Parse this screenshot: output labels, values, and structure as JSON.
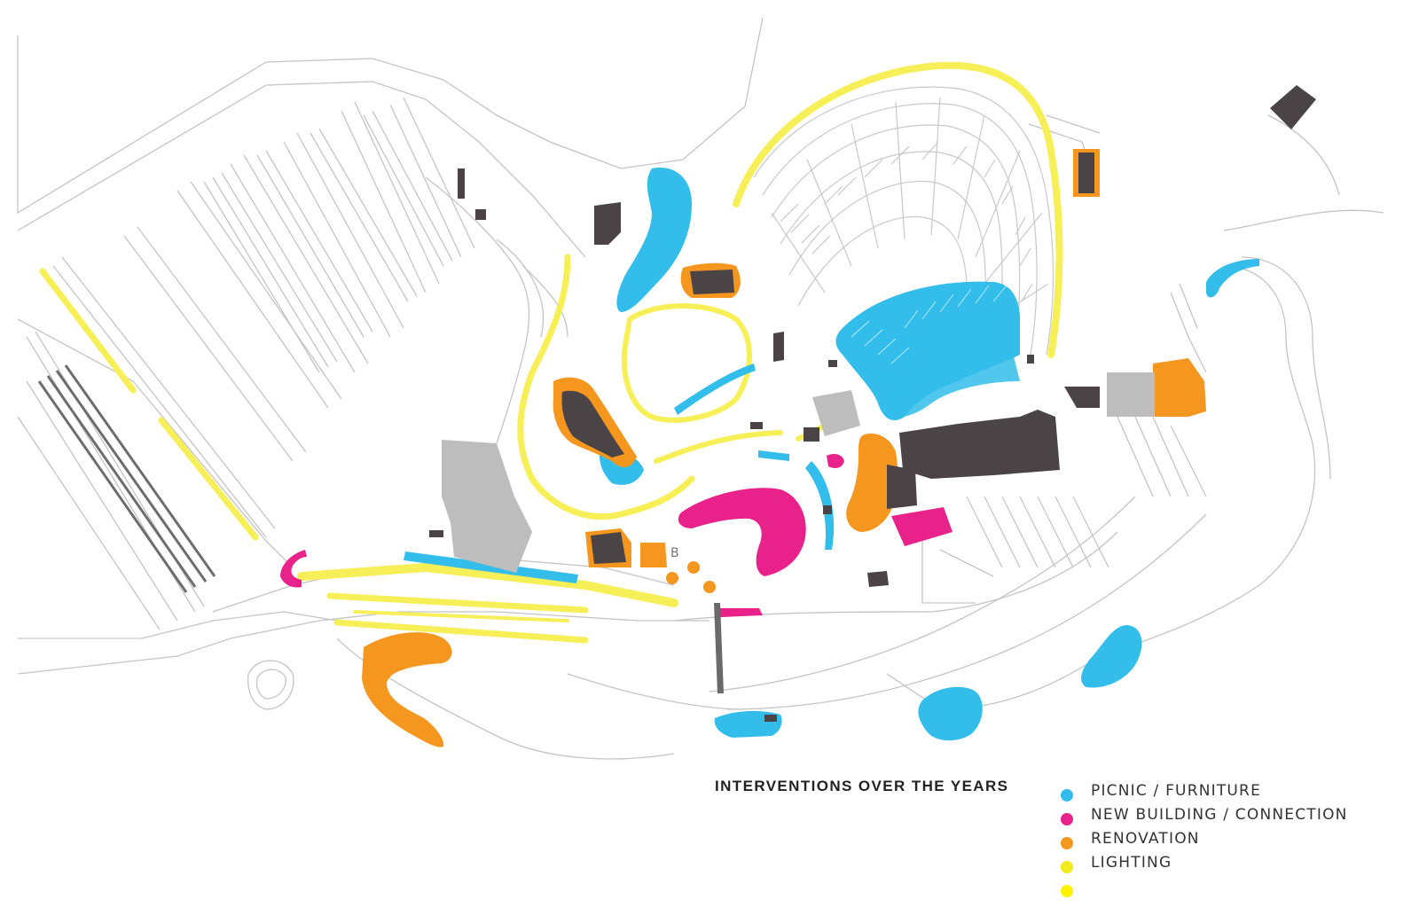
{
  "map": {
    "title": "INTERVENTIONS OVER THE YEARS",
    "legend": [
      {
        "label": "PICNIC / FURNITURE",
        "color": "#33bdea"
      },
      {
        "label": "NEW BUILDING / CONNECTION",
        "color": "#e8228a"
      },
      {
        "label": "RENOVATION",
        "color": "#f5961f"
      },
      {
        "label": "LIGHTING",
        "color": "#f2ea1e"
      },
      {
        "label": "",
        "color": "#fff200"
      }
    ],
    "colors": {
      "picnic": "#33bdea",
      "new_building": "#e8228a",
      "renovation": "#f5961f",
      "lighting": "#f7ef58",
      "building_dark": "#4a4446",
      "building_gray": "#bdbdbd",
      "linework": "#bfbfbf"
    },
    "road_label": "B"
  }
}
